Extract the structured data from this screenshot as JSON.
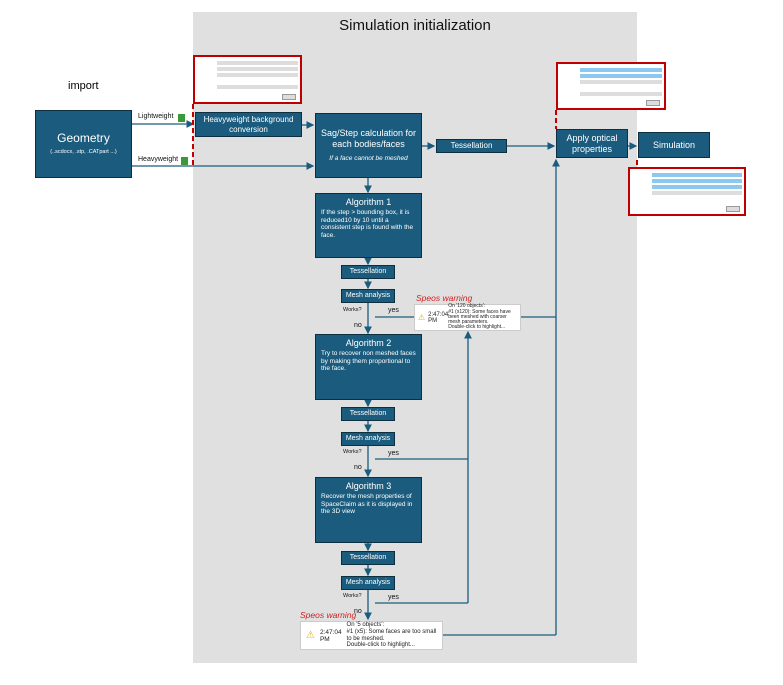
{
  "title": "Simulation initialization",
  "import_label": "import",
  "geometry": {
    "title": "Geometry",
    "formats": "(..scdocx, .stp, .CATpart ...)"
  },
  "lightweight": "Lightweight",
  "heavyweight": "Heavyweight",
  "heavy_conversion": "Heavyweight background conversion",
  "sag_step": {
    "title": "Sag/Step calculation for each bodies/faces",
    "note": "If a face cannot be meshed"
  },
  "tessellation_main": "Tessellation",
  "apply_optical": "Apply optical properties",
  "simulation": "Simulation",
  "algorithms": [
    {
      "title": "Algorithm 1",
      "text": "If the step > bounding box, it is reduced10 by 10 until a consistent step is found with the face."
    },
    {
      "title": "Algorithm 2",
      "text": "Try to recover non meshed faces by making them proportional to the face."
    },
    {
      "title": "Algorithm 3",
      "text": "Recover the mesh properties of SpaceClaim as it is displayed in the 3D view"
    }
  ],
  "tessellation": "Tessellation",
  "mesh_analysis": "Mesh analysis",
  "works": "Works?",
  "yes": "yes",
  "no": "no",
  "warnings": [
    {
      "label": "Speos warning",
      "time": "2:47:04 PM",
      "lines": [
        "On '120 objects':",
        "#1 (x120): Some faces have been meshed with coarser mesh parameters.",
        "Double-click to highlight..."
      ]
    },
    {
      "label": "Speos warning",
      "time": "2:47:04 PM",
      "lines": [
        "On '5 objects':",
        "#1 (x5): Some faces are too small to be meshed.",
        "Double-click to highlight..."
      ]
    }
  ],
  "colors": {
    "box": "#1b5c7e",
    "panel": "#e0e0e0",
    "highlight": "#c00000",
    "warning": "#d02020"
  }
}
